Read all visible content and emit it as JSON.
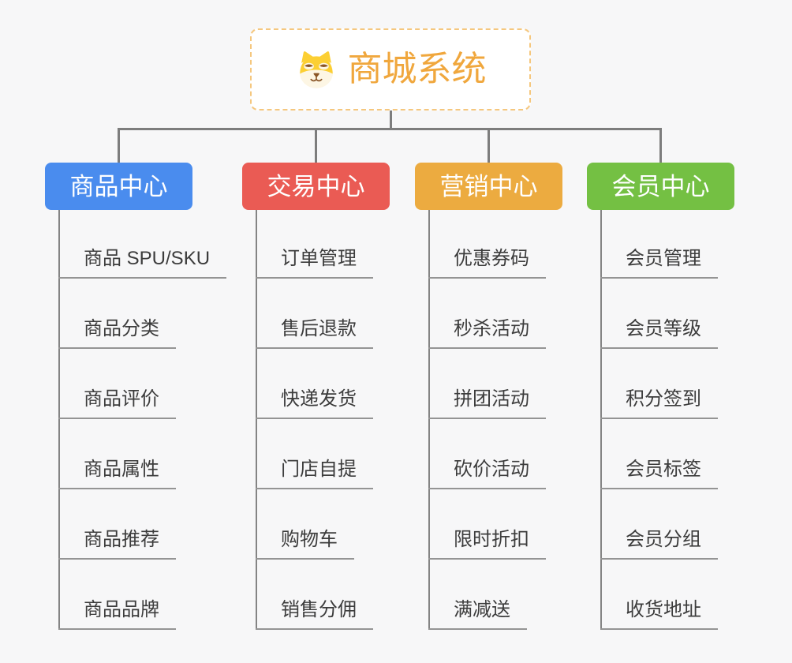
{
  "root": {
    "title": "商城系统",
    "icon": "dog-face-icon",
    "title_color": "#f0a73d",
    "border_color": "#f5c77e"
  },
  "branches": [
    {
      "label": "商品中心",
      "color": "#4a8cee",
      "items": [
        "商品 SPU/SKU",
        "商品分类",
        "商品评价",
        "商品属性",
        "商品推荐",
        "商品品牌"
      ]
    },
    {
      "label": "交易中心",
      "color": "#ea5b54",
      "items": [
        "订单管理",
        "售后退款",
        "快递发货",
        "门店自提",
        "购物车",
        "销售分佣"
      ]
    },
    {
      "label": "营销中心",
      "color": "#ecab40",
      "items": [
        "优惠券码",
        "秒杀活动",
        "拼团活动",
        "砍价活动",
        "限时折扣",
        "满减送"
      ]
    },
    {
      "label": "会员中心",
      "color": "#74c043",
      "items": [
        "会员管理",
        "会员等级",
        "积分签到",
        "会员标签",
        "会员分组",
        "收货地址"
      ]
    }
  ],
  "colors": {
    "background": "#f7f7f8",
    "connector_line": "#7d7d7d",
    "child_line": "#848484",
    "leaf_underline": "#949494",
    "leaf_text": "#3c3c3c",
    "branch_text": "#ffffff"
  }
}
